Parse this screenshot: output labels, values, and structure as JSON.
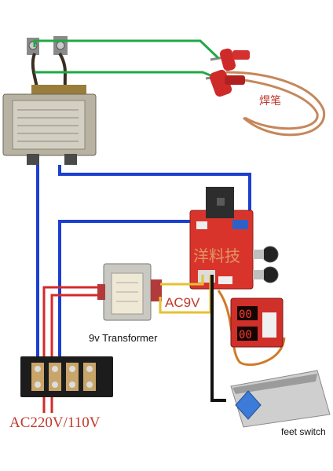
{
  "labels": {
    "pen": "焊笔",
    "ac9v": "AC9V",
    "transformer_9v": "9v Transformer",
    "mains": "AC220V/110V",
    "feet_switch": "feet switch",
    "watermark": "洋料技"
  },
  "colors": {
    "wire_green": "#22a845",
    "wire_blue": "#1b3fd0",
    "wire_red": "#d42a2a",
    "wire_yellow": "#e6c230",
    "wire_black": "#111111",
    "wire_copper": "#c6875a",
    "board_red": "#d8342c",
    "label_red": "#c0392b"
  },
  "icons": [
    "main-transformer-icon",
    "welding-pen-icon",
    "control-board-icon",
    "9v-transformer-icon",
    "timer-display-icon",
    "terminal-block-icon",
    "foot-pedal-icon"
  ]
}
